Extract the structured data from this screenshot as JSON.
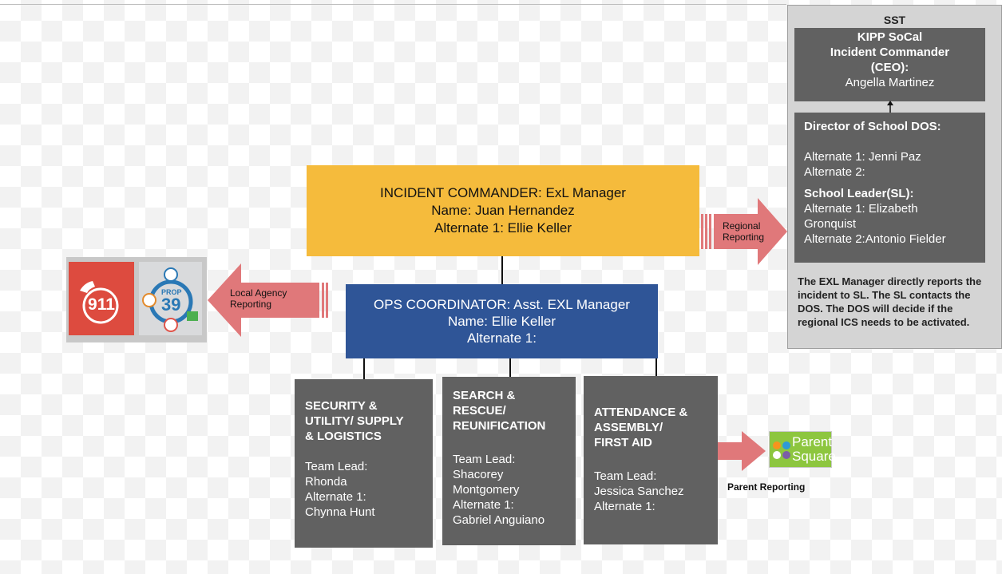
{
  "incident_commander": {
    "line1": "INCIDENT COMMANDER: ExL Manager",
    "line2": "Name: Juan Hernandez",
    "line3": "Alternate 1: Ellie Keller"
  },
  "ops_coordinator": {
    "line1": "OPS COORDINATOR: Asst. EXL Manager",
    "line2": "Name: Ellie Keller",
    "line3": "Alternate 1:"
  },
  "teams": [
    {
      "heading": [
        "SECURITY &",
        "UTILITY/ SUPPLY",
        "& LOGISTICS"
      ],
      "body": [
        "Team Lead:",
        "Rhonda",
        "Alternate 1:",
        "Chynna Hunt"
      ]
    },
    {
      "heading": [
        "SEARCH &",
        "RESCUE/",
        "REUNIFICATION"
      ],
      "body": [
        "Team Lead:",
        "Shacorey",
        "Montgomery",
        "Alternate 1:",
        "Gabriel Anguiano"
      ]
    },
    {
      "heading": [
        "ATTENDANCE &",
        "ASSEMBLY/",
        "FIRST AID"
      ],
      "body": [
        "Team Lead:",
        "Jessica Sanchez",
        "Alternate 1:"
      ]
    }
  ],
  "sst": {
    "title": "SST",
    "ceo": {
      "line1": "KIPP SoCal",
      "line2": "Incident Commander",
      "line3": "(CEO):",
      "name": "Angella Martinez"
    },
    "dos": {
      "heading": "Director of School DOS:",
      "alt1": "Alternate 1: Jenni Paz",
      "alt2": "Alternate 2:",
      "sl_heading": "School Leader(SL):",
      "sl_alt1a": "Alternate 1: Elizabeth",
      "sl_alt1b": "Gronquist",
      "sl_alt2": "Alternate 2:Antonio Fielder"
    },
    "note": "The EXL Manager directly reports the incident to SL. The SL contacts the DOS. The DOS will decide if the regional ICS needs to be activated."
  },
  "arrows": {
    "regional": [
      "Regional",
      "Reporting"
    ],
    "local": [
      "Local Agency",
      "Reporting"
    ],
    "parent": "Parent Reporting"
  },
  "logos": {
    "emergency": "911",
    "prop_top": "PROP",
    "prop_num": "39",
    "parent_square_1": "Parent",
    "parent_square_2": "Square"
  },
  "colors": {
    "incident_commander": "#f5bb3c",
    "ops_coordinator": "#2f5597",
    "team_box": "#616161",
    "arrow": "#e0787a",
    "emergency_red": "#dd4b3f",
    "parent_square_green": "#8dc63f"
  }
}
